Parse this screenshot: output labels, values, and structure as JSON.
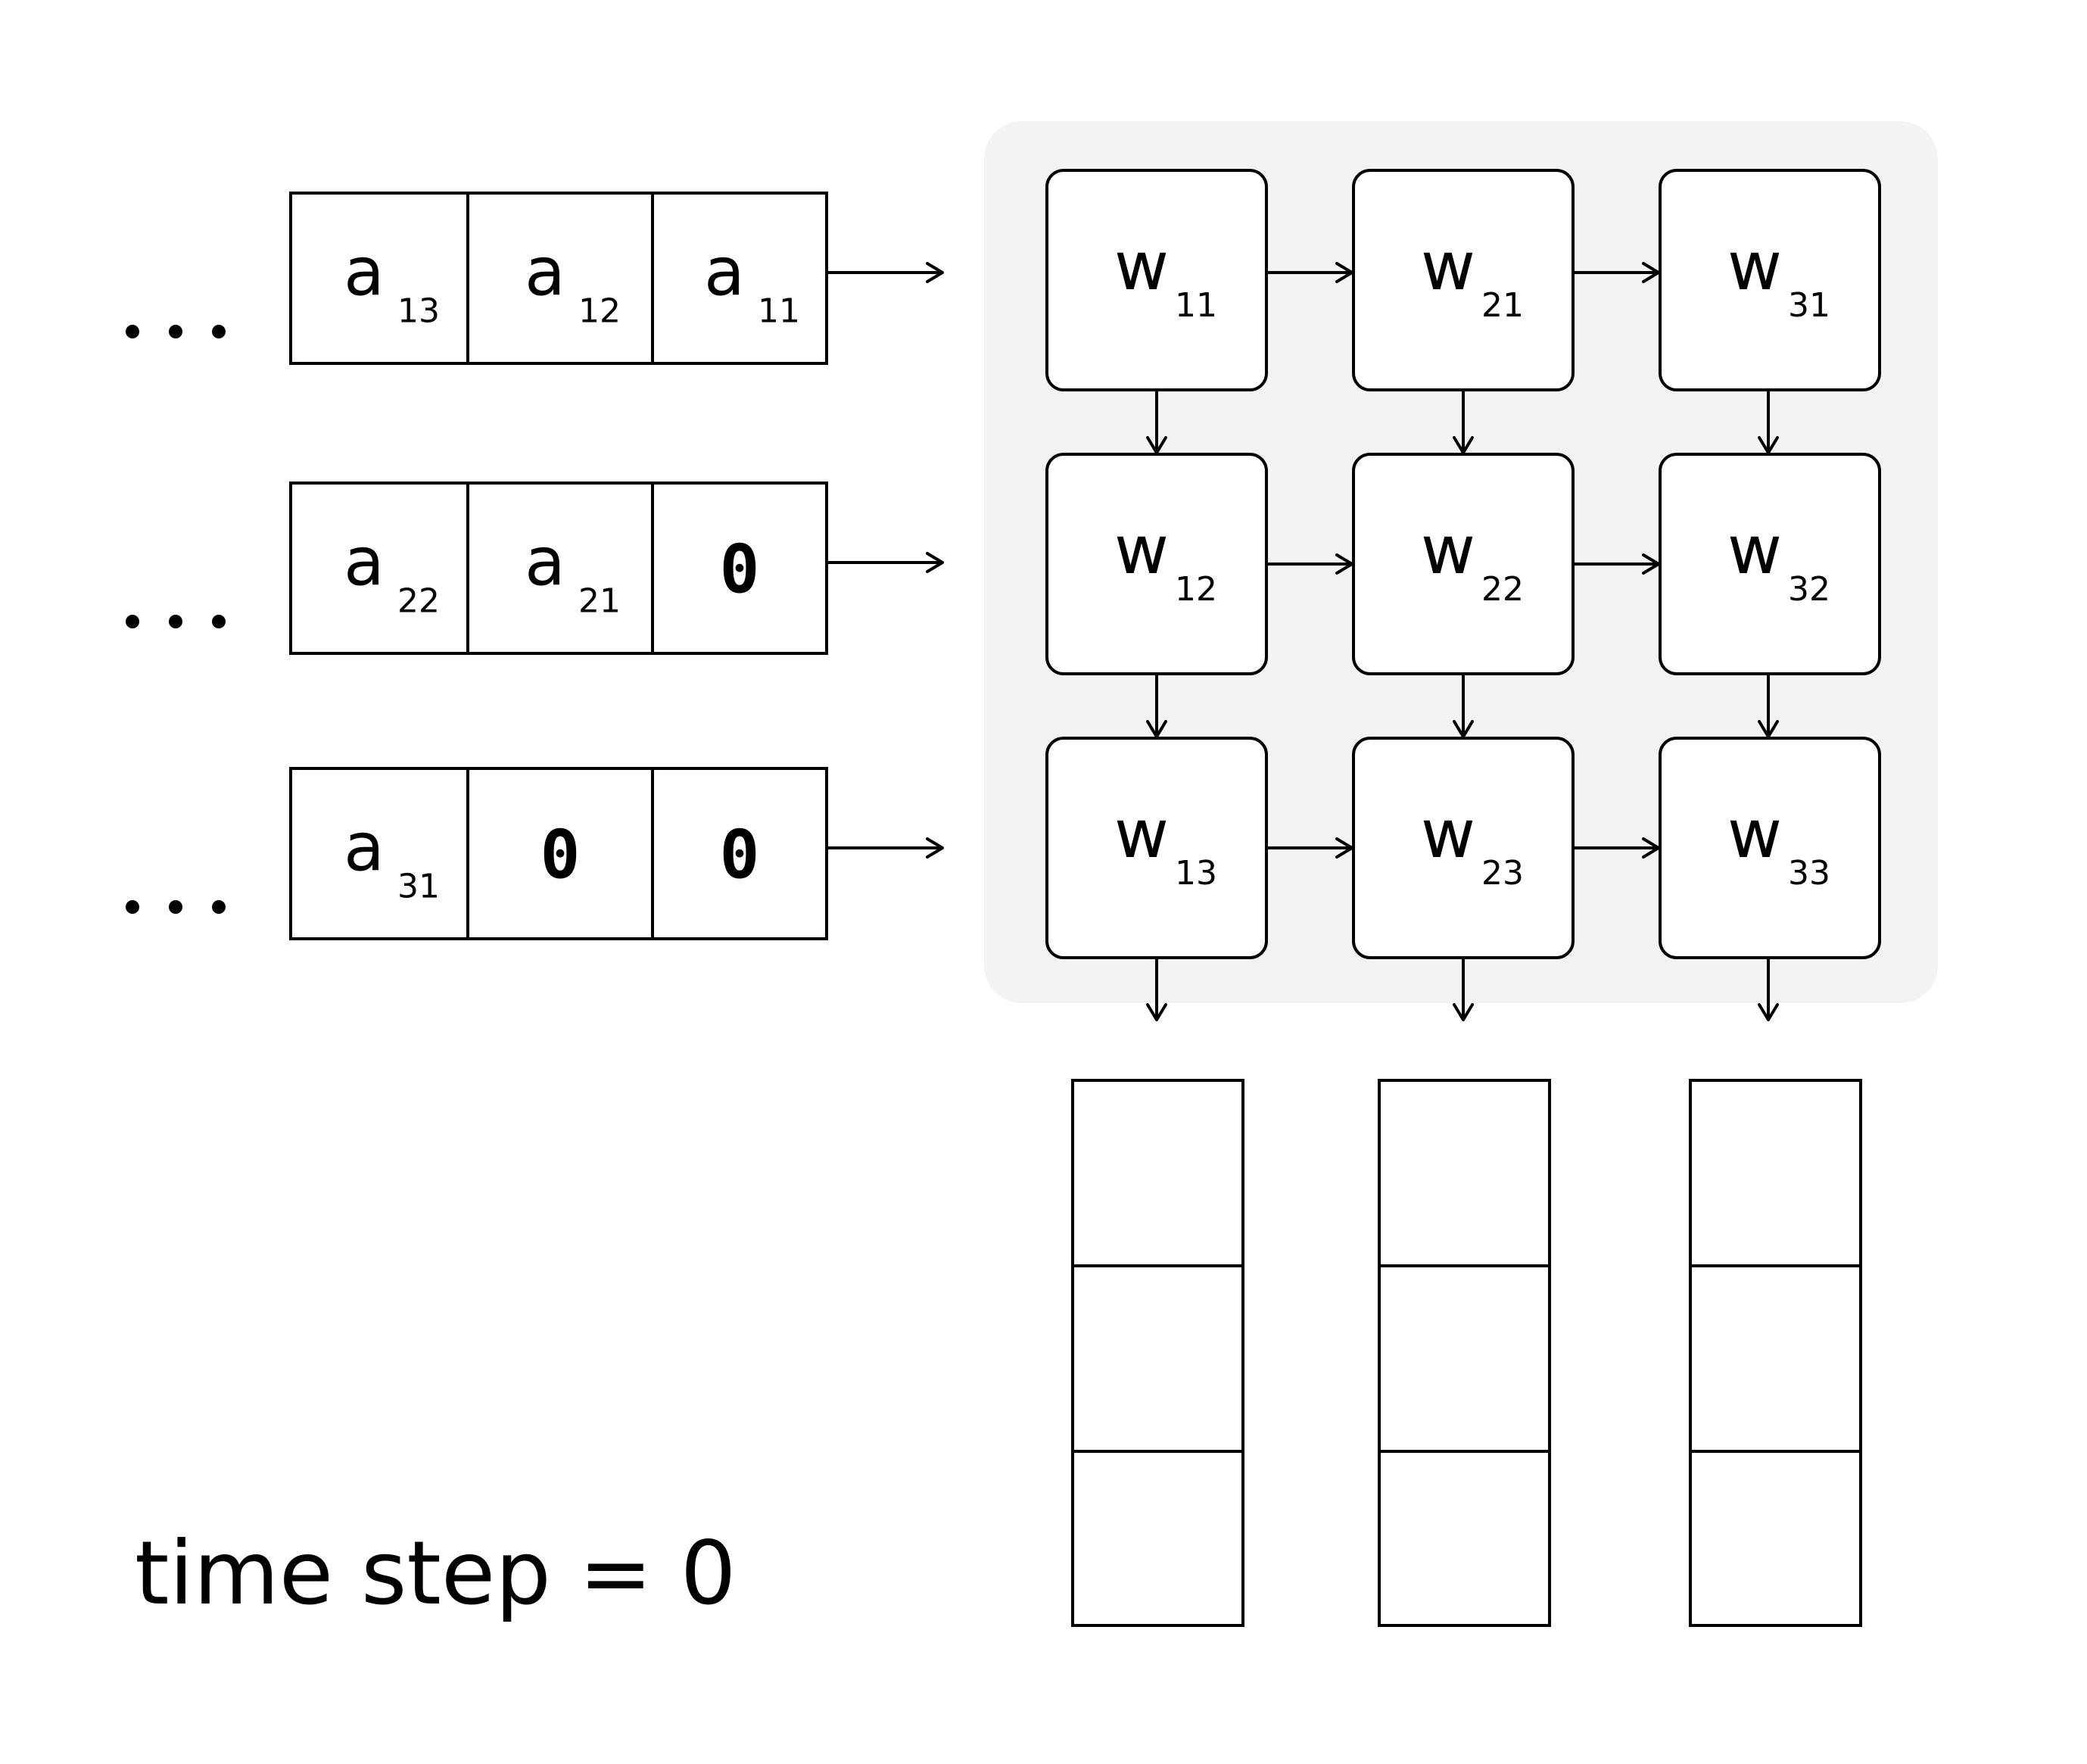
{
  "diagram": {
    "colors": {
      "panel": "#f3f3f3",
      "stroke": "#000000",
      "cell_fill": "#ffffff"
    },
    "ellipsis": [
      "...",
      "...",
      "..."
    ],
    "input_rows": [
      [
        {
          "main": "a",
          "sub": "13"
        },
        {
          "main": "a",
          "sub": "12"
        },
        {
          "main": "a",
          "sub": "11"
        }
      ],
      [
        {
          "main": "a",
          "sub": "22"
        },
        {
          "main": "a",
          "sub": "21"
        },
        {
          "main": "0",
          "sub": ""
        }
      ],
      [
        {
          "main": "a",
          "sub": "31"
        },
        {
          "main": "0",
          "sub": ""
        },
        {
          "main": "0",
          "sub": ""
        }
      ]
    ],
    "weights": [
      [
        {
          "main": "w",
          "sub": "11"
        },
        {
          "main": "w",
          "sub": "21"
        },
        {
          "main": "w",
          "sub": "31"
        }
      ],
      [
        {
          "main": "w",
          "sub": "12"
        },
        {
          "main": "w",
          "sub": "22"
        },
        {
          "main": "w",
          "sub": "32"
        }
      ],
      [
        {
          "main": "w",
          "sub": "13"
        },
        {
          "main": "w",
          "sub": "23"
        },
        {
          "main": "w",
          "sub": "33"
        }
      ]
    ],
    "output_columns": 3,
    "output_cells_per_column": 3,
    "caption": "time step = 0"
  }
}
